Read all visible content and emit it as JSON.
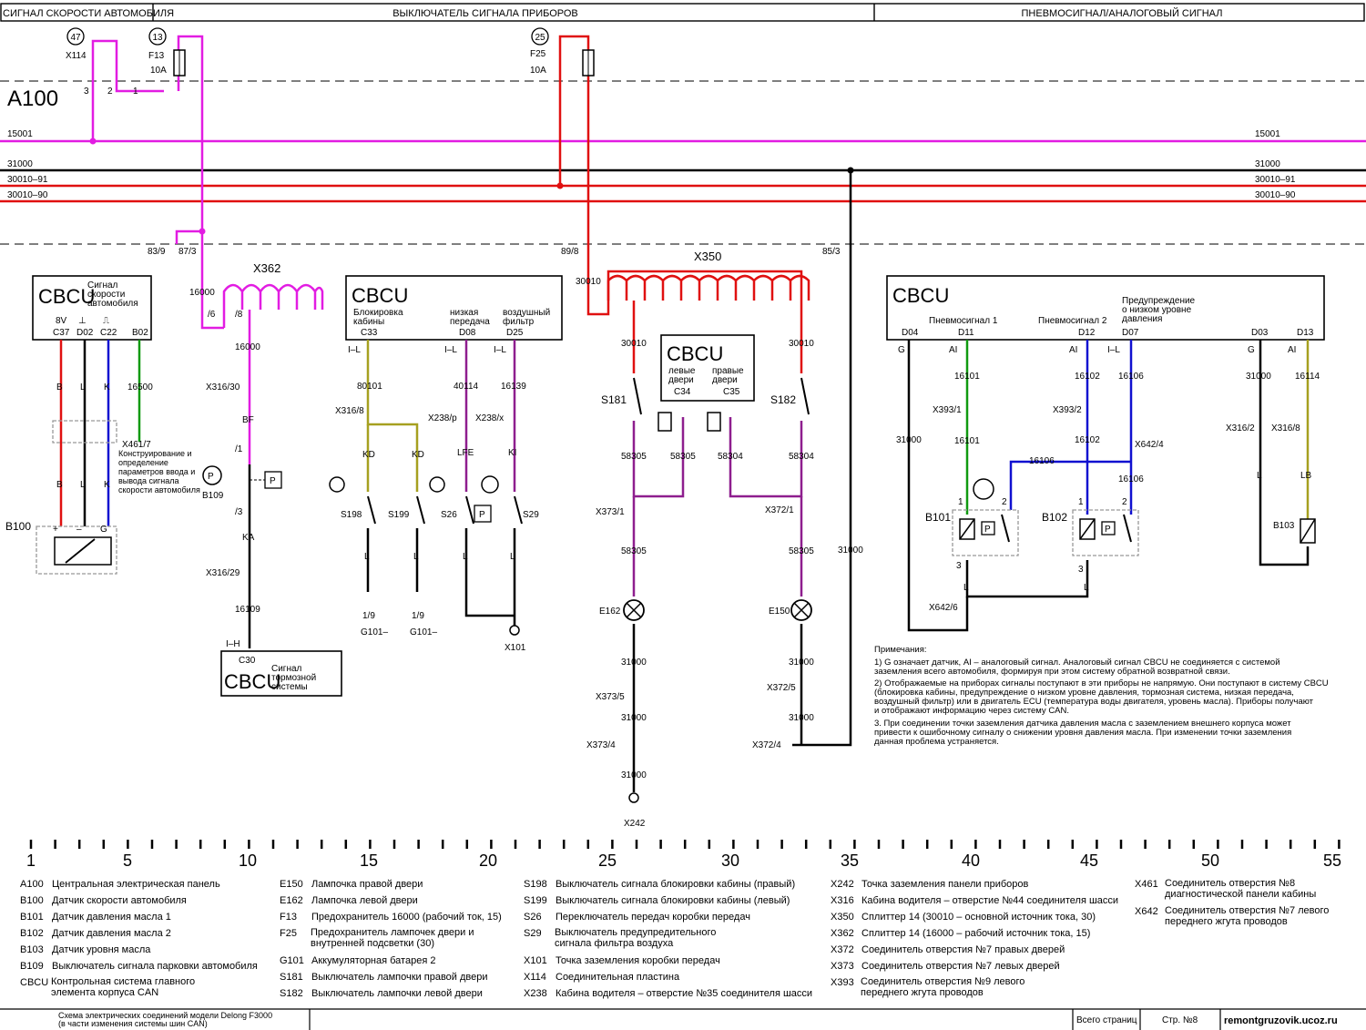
{
  "header": {
    "section1": "СИГНАЛ СКОРОСТИ АВТОМОБИЛЯ",
    "section2": "ВЫКЛЮЧАТЕЛЬ СИГНАЛА ПРИБОРОВ",
    "section3": "ПНЕВМОСИГНАЛ/АНАЛОГОВЫЙ СИГНАЛ"
  },
  "panel": "A100",
  "buses": {
    "b15001": "15001",
    "b31000": "31000",
    "b3001091": "30010–91",
    "b3001090": "30010–90"
  },
  "fuses": {
    "x114_num": "47",
    "x114": "X114",
    "f13_num": "13",
    "f13": "F13",
    "f13_rating": "10A",
    "f25_num": "25",
    "f25": "F25",
    "f25_rating": "10A",
    "pin3": "3",
    "pin2": "2",
    "pin1": "1"
  },
  "labels": {
    "l839": "83/9",
    "l873": "87/3",
    "l898": "89/8",
    "l853": "85/3",
    "x362": "X362",
    "x350": "X350",
    "s16000a": "16000",
    "s16000b": "16000",
    "p6": "/6",
    "p8": "/8",
    "s30010a": "30010",
    "x316_30": "X316/30",
    "bf": "BF",
    "p1": "/1",
    "p3": "/3",
    "ka": "KA",
    "x316_29": "X316/29",
    "s16109": "16109",
    "ih": "I–H",
    "b109": "B109",
    "p_box": "P",
    "s16500": "16500",
    "x461_7": "X461/7",
    "x461_text": "Конструирование и определение параметров ввода и вывода сигнала скорости автомобиля",
    "wb": "B",
    "wl": "L",
    "wk": "K",
    "b100": "B100",
    "plus": "+",
    "minus": "–",
    "g": "G",
    "s80101": "80101",
    "x316_8a": "X316/8",
    "kd1": "KD",
    "kd2": "KD",
    "s40114": "40114",
    "x238p": "X238/p",
    "lfe": "LFE",
    "s16139": "16139",
    "x238x": "X238/x",
    "ki": "KI",
    "s198": "S198",
    "s199": "S199",
    "s26": "S26",
    "s29": "S29",
    "l1": "L",
    "l2": "L",
    "l3": "L",
    "l4": "L",
    "g101a": "1/9",
    "g101a2": "G101–",
    "g101b": "1/9",
    "g101b2": "G101–",
    "x101": "X101",
    "s30010b": "30010",
    "s30010c": "30010",
    "s181": "S181",
    "s182": "S182",
    "s58305a": "58305",
    "s58305b": "58305",
    "s58304a": "58304",
    "s58304b": "58304",
    "x373_1": "X373/1",
    "x372_1": "X372/1",
    "s58305c": "58305",
    "s58305d": "58305",
    "e162": "E162",
    "e150": "E150",
    "s31000a": "31000",
    "s31000b": "31000",
    "s31000c": "31000",
    "s31000d": "31000",
    "s31000e": "31000",
    "x373_5": "X373/5",
    "x372_5": "X372/5",
    "x373_4": "X373/4",
    "x372_4": "X372/4",
    "s31000f": "31000",
    "x242": "X242",
    "s16101a": "16101",
    "x393_1": "X393/1",
    "s16101b": "16101",
    "s16102a": "16102",
    "x393_2": "X393/2",
    "s16102b": "16102",
    "s16106a": "16106",
    "x642_4": "X642/4",
    "s16106b": "16106",
    "s16106c": "16106",
    "s31000g": "31000",
    "b101": "B101",
    "b102": "B102",
    "x642_6": "X642/6",
    "n1a": "1",
    "n2a": "2",
    "n3a": "3",
    "n1b": "1",
    "n2b": "2",
    "n3b": "3",
    "lb1": "L",
    "lb2": "L",
    "s31000h": "31000",
    "x316_2": "X316/2",
    "lb3": "L",
    "s16114": "16114",
    "x316_8b": "X316/8",
    "lb": "LB",
    "b103": "B103"
  },
  "cbcu_speed": {
    "title": "CBCU",
    "desc1": "Сигнал",
    "desc2": "скорости",
    "desc3": "автомобиля",
    "v8": "8V",
    "gnd": "⊥",
    "pulse": "⎍",
    "c37": "C37",
    "d02": "D02",
    "c22": "C22",
    "b02": "B02"
  },
  "cbcu_brake": {
    "c30": "C30",
    "title": "CBCU",
    "desc1": "Сигнал",
    "desc2": "тормозной",
    "desc3": "системы"
  },
  "cbcu_main": {
    "title": "CBCU",
    "cab1": "Блокировка",
    "cab2": "кабины",
    "c33": "C33",
    "il1": "I–L",
    "low1": "низкая",
    "low2": "передача",
    "d08": "D08",
    "il2": "I–L",
    "air1": "воздушный",
    "air2": "фильтр",
    "d25": "D25",
    "il3": "I–L"
  },
  "cbcu_doors": {
    "title": "CBCU",
    "left1": "левые",
    "left2": "двери",
    "c34": "C34",
    "right1": "правые",
    "right2": "двери",
    "c35": "C35"
  },
  "cbcu_pneu": {
    "title": "CBCU",
    "pn1": "Пневмосигнал 1",
    "pn2": "Пневмосигнал 2",
    "warn1": "Предупреждение",
    "warn2": "о низком уровне",
    "warn3": "давления",
    "d04": "D04",
    "d11": "D11",
    "d12": "D12",
    "d07": "D07",
    "d03": "D03",
    "d13": "D13",
    "g1": "G",
    "ai1": "AI",
    "ai2": "AI",
    "il": "I–L",
    "g2": "G",
    "ai3": "AI"
  },
  "notes": {
    "title": "Примечания:",
    "lines": [
      "1) G означает датчик, AI – аналоговый сигнал. Аналоговый сигнал CBCU не соединяется с системой",
      "заземления всего автомобиля, формируя при этом систему обратной возвратной связи.",
      "2) Отображаемые на приборах сигналы поступают в эти приборы не напрямую. Они поступают в систему CBCU",
      "(блокировка кабины, предупреждение о низком уровне давления, тормозная система, низкая передача,",
      "воздушный фильтр) или в двигатель ECU (температура воды двигателя, уровень масла). Приборы получают",
      "и отображают информацию через систему CAN.",
      "3. При соединении точки заземления датчика давления масла с заземлением внешнего корпуса может",
      "привести к ошибочному сигналу о снижении уровня давления масла. При изменении точки заземления",
      "данная проблема устраняется."
    ]
  },
  "ruler": [
    "1",
    "5",
    "10",
    "15",
    "20",
    "25",
    "30",
    "35",
    "40",
    "45",
    "50",
    "55"
  ],
  "legend": [
    [
      [
        "A100",
        "Центральная электрическая панель"
      ],
      [
        "B100",
        "Датчик скорости автомобиля"
      ],
      [
        "B101",
        "Датчик давления масла 1"
      ],
      [
        "B102",
        "Датчик давления масла 2"
      ],
      [
        "B103",
        "Датчик уровня масла"
      ],
      [
        "B109",
        "Выключатель сигнала парковки автомобиля"
      ],
      [
        "CBCU",
        "Контрольная система главного элемента корпуса CAN"
      ]
    ],
    [
      [
        "E150",
        "Лампочка правой двери"
      ],
      [
        "E162",
        "Лампочка левой двери"
      ],
      [
        "F13",
        "Предохранитель 16000 (рабочий ток, 15)"
      ],
      [
        "F25",
        "Предохранитель лампочек двери и внутренней подсветки (30)"
      ],
      [
        "G101",
        "Аккумуляторная батарея 2"
      ],
      [
        "S181",
        "Выключатель лампочки правой двери"
      ],
      [
        "S182",
        "Выключатель лампочки левой двери"
      ]
    ],
    [
      [
        "S198",
        "Выключатель сигнала блокировки кабины (правый)"
      ],
      [
        "S199",
        "Выключатель сигнала блокировки кабины (левый)"
      ],
      [
        "S26",
        "Переключатель передач коробки передач"
      ],
      [
        "S29",
        "Выключатель предупредительного сигнала фильтра воздуха"
      ],
      [
        "X101",
        "Точка заземления коробки передач"
      ],
      [
        "X114",
        "Соединительная пластина"
      ],
      [
        "X238",
        "Кабина водителя – отверстие №35 соединителя шасси"
      ]
    ],
    [
      [
        "X242",
        "Точка заземления панели приборов"
      ],
      [
        "X316",
        "Кабина водителя – отверстие №44 соединителя шасси"
      ],
      [
        "X350",
        "Сплиттер 14 (30010 – основной источник тока, 30)"
      ],
      [
        "X362",
        "Сплиттер 14 (16000 – рабочий источник тока, 15)"
      ],
      [
        "X372",
        "Соединитель отверстия №7 правых дверей"
      ],
      [
        "X373",
        "Соединитель отверстия №7 левых дверей"
      ],
      [
        "X393",
        "Соединитель отверстия №9 левого переднего жгута проводов"
      ]
    ],
    [
      [
        "X461",
        "Соединитель отверстия №8 диагностической панели кабины"
      ],
      [
        "X642",
        "Соединитель отверстия №7 левого переднего жгута проводов"
      ]
    ]
  ],
  "footer": {
    "model1": "Схема электрических соединений модели Delong F3000",
    "model2": "(в части изменения системы шин CAN)",
    "total": "Всего страниц",
    "page": "Стр. №8",
    "site": "remontgruzovik.ucoz.ru"
  },
  "colors": {
    "magenta": "#e21ce2",
    "red": "#e01010",
    "blue": "#1010d0",
    "green": "#109a10",
    "purple": "#8e1e8e",
    "olive": "#a6a020"
  }
}
